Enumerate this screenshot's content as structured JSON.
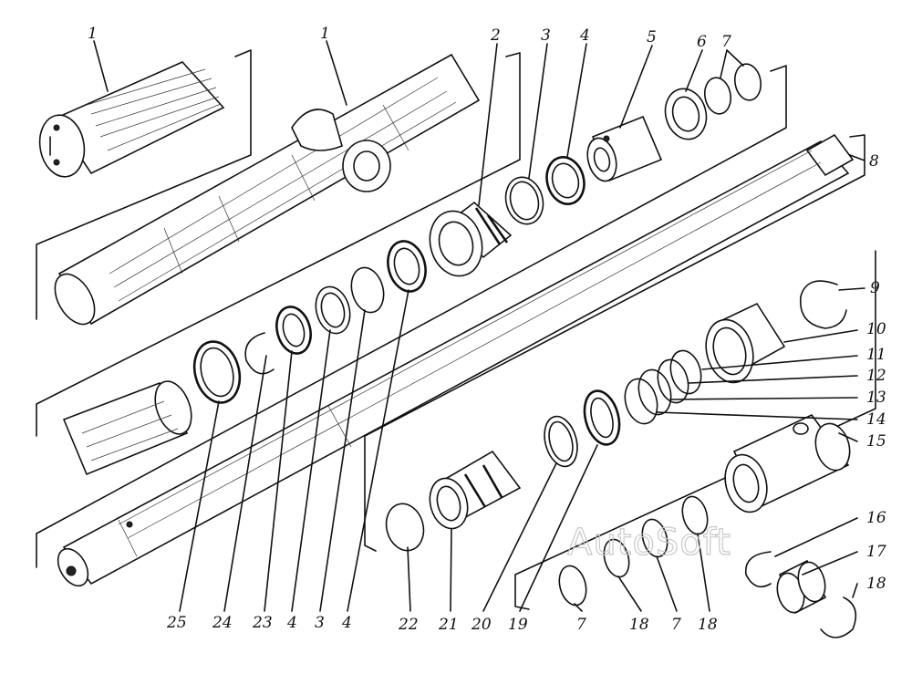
{
  "watermark": "AutoSoft",
  "callouts": {
    "top": [
      "1",
      "1",
      "2",
      "3",
      "4",
      "5",
      "6",
      "7",
      "8"
    ],
    "right": [
      "9",
      "10",
      "11",
      "12",
      "13",
      "14",
      "15",
      "16",
      "17",
      "18"
    ],
    "bottom": [
      "25",
      "24",
      "23",
      "4",
      "3",
      "4",
      "22",
      "21",
      "20",
      "19",
      "7",
      "18",
      "7",
      "18"
    ]
  }
}
